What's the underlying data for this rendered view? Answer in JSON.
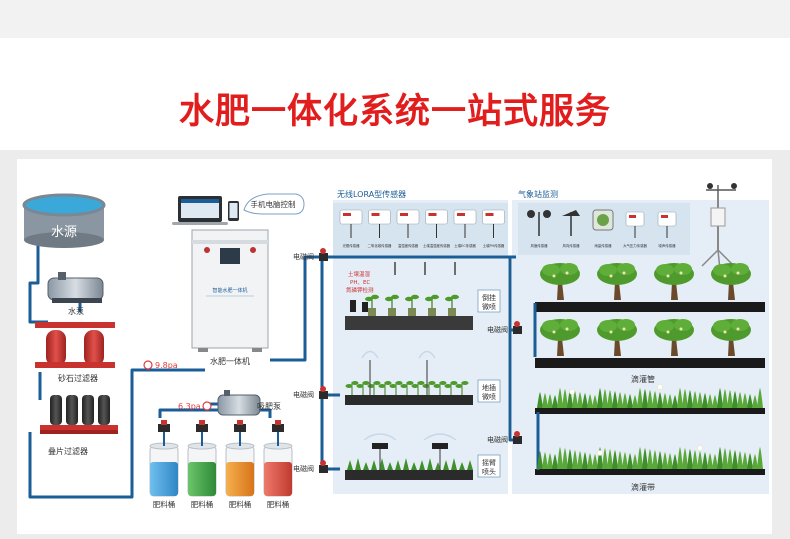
{
  "title": "水肥一体化系统一站式服务",
  "labels": {
    "water_source": "水源",
    "water_pump": "水泵",
    "sand_filter": "砂石过滤器",
    "disc_filter": "叠片过滤器",
    "pressure_1": "9.8pa",
    "pressure_2": "6.3pa",
    "machine_name": "水肥一体机",
    "machine_front": "智能水肥一体机",
    "remote_control": "手机电脑控制",
    "suction_pump": "吸肥泵",
    "fertilizer_tank": "肥料桶",
    "solenoid_valve": "电磁阀",
    "lora_sensors": "无线LORA型传感器",
    "weather_station": "气象站监测",
    "soil_sensor_line1": "土壤温湿",
    "soil_sensor_line2": "PH、EC",
    "soil_sensor_line3": "氮磷钾检测",
    "side_spray_1": "倒挂",
    "side_spray_2": "微喷",
    "ground_spray_1": "地插",
    "ground_spray_2": "微喷",
    "rocker_1": "摇臂",
    "rocker_2": "喷头",
    "drip_pipe": "滴灌管",
    "drip_tape": "滴灌带"
  },
  "sensor_items": [
    "光照传感器",
    "二氧化碳传感器",
    "温湿度传感器",
    "土壤温湿度传感器",
    "土壤EC传感器",
    "土壤PH传感器"
  ],
  "weather_items": [
    "风速传感器",
    "风向传感器",
    "雨量传感器",
    "大气压力传感器",
    "噪声传感器"
  ],
  "colors": {
    "title": "#e11d1d",
    "pipe": "#1b5d97",
    "panel_bg": "#e5eef6",
    "water": "#3aa8d8",
    "filter_red": "#c8332f",
    "tank_blue": "#3f9ad6",
    "tank_green": "#3aa046",
    "tank_orange": "#e88a23",
    "tank_red": "#d1473b",
    "tree_green": "#4e9a2c",
    "grass_green": "#3f8f2b",
    "soil": "#2b2b2b"
  }
}
